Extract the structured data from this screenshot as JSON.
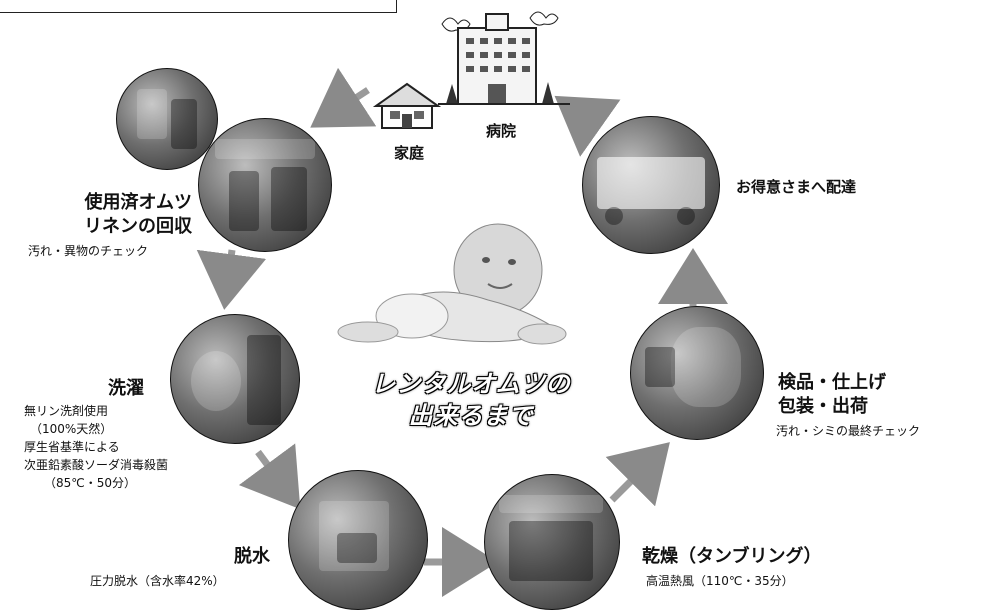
{
  "center_title": {
    "line1": "レンタルオムツの",
    "line2": "出来るまで"
  },
  "nodes": {
    "home": {
      "label": "家庭"
    },
    "hospital": {
      "label": "病院"
    },
    "collection": {
      "line1": "使用済オムツ",
      "line2": "リネンの回収",
      "sub": "汚れ・異物のチェック"
    },
    "washing": {
      "title": "洗濯",
      "lines": [
        "無リン洗剤使用",
        "（100%天然）",
        "厚生省基準による",
        "次亜鉛素酸ソーダ消毒殺菌",
        "（85℃・50分）"
      ]
    },
    "dewater": {
      "title": "脱水",
      "sub": "圧力脱水（含水率42%）"
    },
    "drying": {
      "title": "乾燥（タンブリング）",
      "sub": "高温熱風（110℃・35分）"
    },
    "inspection": {
      "line1": "検品・仕上げ",
      "line2": "包装・出荷",
      "sub": "汚れ・シミの最終チェック"
    },
    "delivery": {
      "label": "お得意さまへ配達"
    }
  }
}
